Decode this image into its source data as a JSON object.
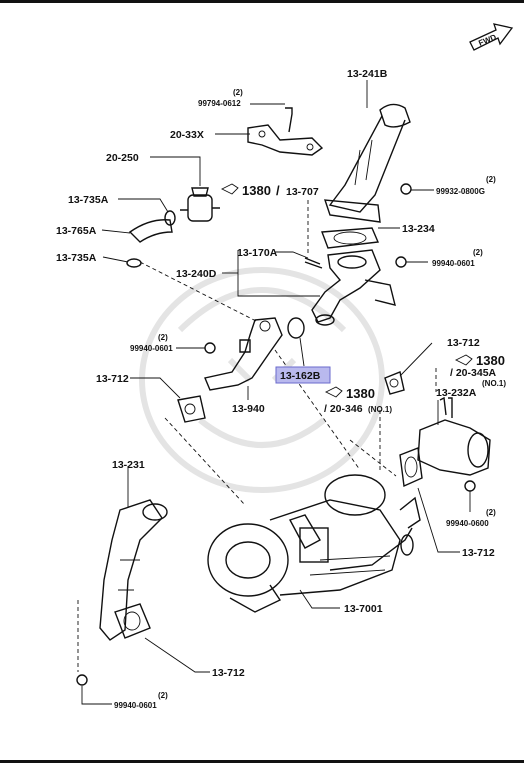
{
  "diagram": {
    "fwd_badge": "FWD",
    "highlighted_part": "13-162B",
    "labels": {
      "p13_241B": "13-241B",
      "qty_99794": "(2)",
      "p99794": "99794-0612",
      "p20_33X": "20-33X",
      "p20_250": "20-250",
      "p13_735A_top": "13-735A",
      "p13_765A": "13-765A",
      "p13_735A_bot": "13-735A",
      "p13_240D": "13-240D",
      "p13_170A": "13-170A",
      "p13_707": "13-707",
      "ref1380_top": "1380",
      "qty_99932": "(2)",
      "p99932": "99932-0800G",
      "p13_234": "13-234",
      "qty_99940_r": "(2)",
      "p99940_r": "99940-0601",
      "qty_99940_l": "(2)",
      "p99940_l": "99940-0601",
      "p13_162B": "13-162B",
      "p13_940": "13-940",
      "p13_712_l": "13-712",
      "p13_712_r": "13-712",
      "ref1380_mid": "1380",
      "p20_345A": "/ 20-345A",
      "no1_a": "(NO.1)",
      "ref1380_left": "1380",
      "p20_346": "/ 20-346",
      "no1_b": "(NO.1)",
      "p13_232A": "13-232A",
      "p13_231": "13-231",
      "qty_99940_m": "(2)",
      "p99940_m": "99940-0600",
      "p13_712_m": "13-712",
      "p13_7001": "13-7001",
      "p13_712_b": "13-712",
      "qty_99940_b": "(2)",
      "p99940_b": "99940-0601"
    }
  }
}
